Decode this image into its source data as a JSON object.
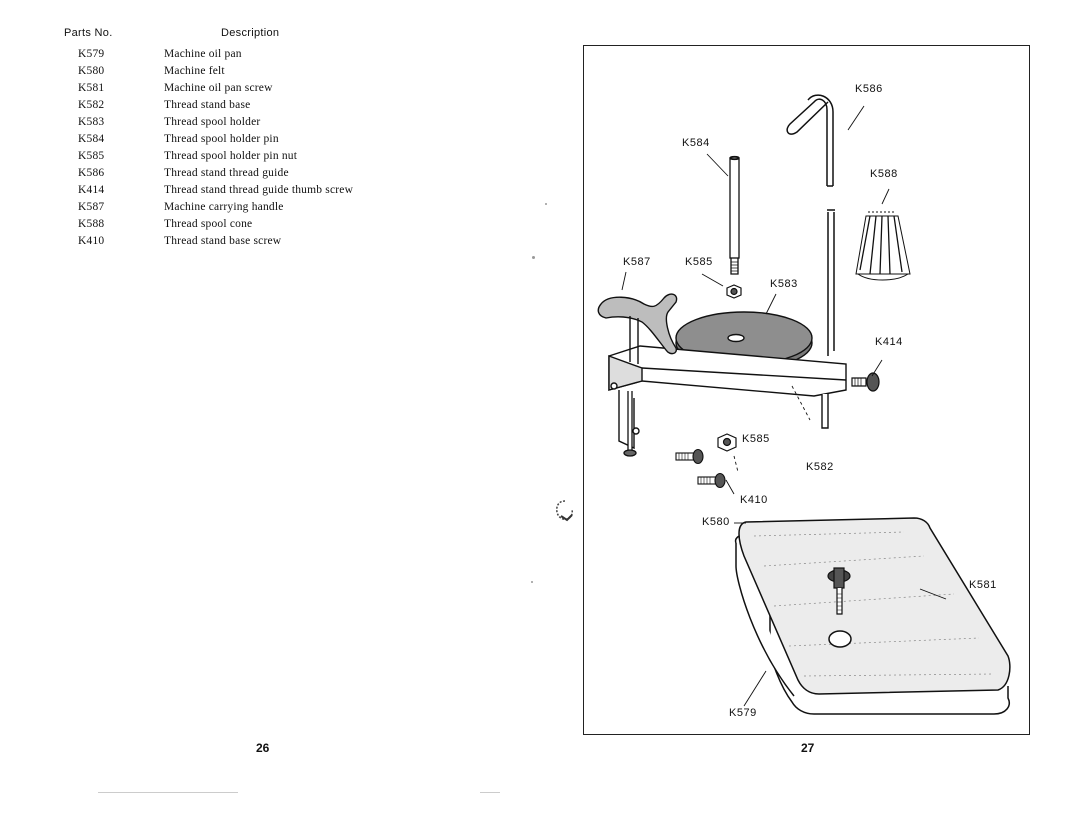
{
  "left_page": {
    "header_parts_no": "Parts No.",
    "header_description": "Description",
    "parts": [
      {
        "code": "K579",
        "description": "Machine oil pan"
      },
      {
        "code": "K580",
        "description": "Machine felt"
      },
      {
        "code": "K581",
        "description": "Machine oil pan screw"
      },
      {
        "code": "K582",
        "description": "Thread stand base"
      },
      {
        "code": "K583",
        "description": "Thread spool holder"
      },
      {
        "code": "K584",
        "description": "Thread spool holder pin"
      },
      {
        "code": "K585",
        "description": "Thread spool holder pin nut"
      },
      {
        "code": "K586",
        "description": "Thread stand thread guide"
      },
      {
        "code": "K414",
        "description": "Thread stand thread guide thumb screw"
      },
      {
        "code": "K587",
        "description": "Machine carrying handle"
      },
      {
        "code": "K588",
        "description": "Thread spool cone"
      },
      {
        "code": "K410",
        "description": "Thread stand base screw"
      }
    ],
    "page_number": "26"
  },
  "right_page": {
    "page_number": "27",
    "callouts": {
      "k586": "K586",
      "k584": "K584",
      "k588": "K588",
      "k587": "K587",
      "k585_top": "K585",
      "k583": "K583",
      "k414": "K414",
      "k585_bottom": "K585",
      "k582": "K582",
      "k410": "K410",
      "k580": "K580",
      "k581": "K581",
      "k579": "K579"
    }
  }
}
